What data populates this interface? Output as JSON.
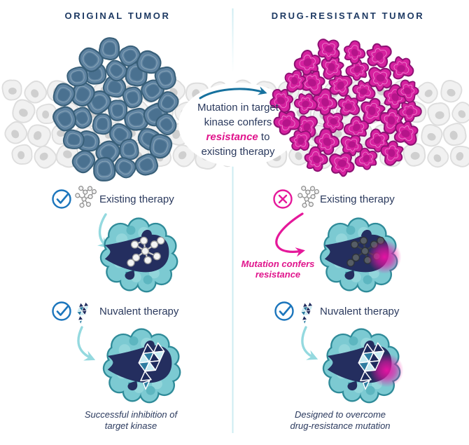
{
  "header": {
    "left_title": "ORIGINAL TUMOR",
    "right_title": "DRUG-RESISTANT TUMOR"
  },
  "center_annotation": {
    "line1": "Mutation in target",
    "line2": "kinase confers",
    "highlight": "resistance",
    "line3_rest": " to",
    "line4": "existing therapy"
  },
  "left_column": {
    "existing_label": "Existing therapy",
    "existing_status_icon": "check-circle",
    "nuvalent_label": "Nuvalent therapy",
    "nuvalent_status_icon": "check-circle",
    "caption_line1": "Successful inhibition of",
    "caption_line2": "target kinase"
  },
  "right_column": {
    "existing_label": "Existing therapy",
    "existing_status_icon": "x-circle",
    "mutation_note_line1": "Mutation confers",
    "mutation_note_line2": "resistance",
    "nuvalent_label": "Nuvalent therapy",
    "nuvalent_status_icon": "check-circle",
    "caption_line1": "Designed to overcome",
    "caption_line2": "drug-resistance mutation"
  },
  "palette": {
    "navy_text": "#1e3a63",
    "magenta_accent": "#e0148c",
    "tumor_cell_blue": "#5f83a1",
    "tumor_cell_magenta": "#d6219f",
    "normal_cell_gray": "#f1f1f1",
    "protein_teal": "#7ccad2",
    "binding_pocket_navy": "#242e5f",
    "check_blue": "#1b75bc",
    "divider_cyan": "#cdecf2",
    "arrow_steel_blue": "#16719e",
    "arrow_light_teal": "#94d9df"
  }
}
